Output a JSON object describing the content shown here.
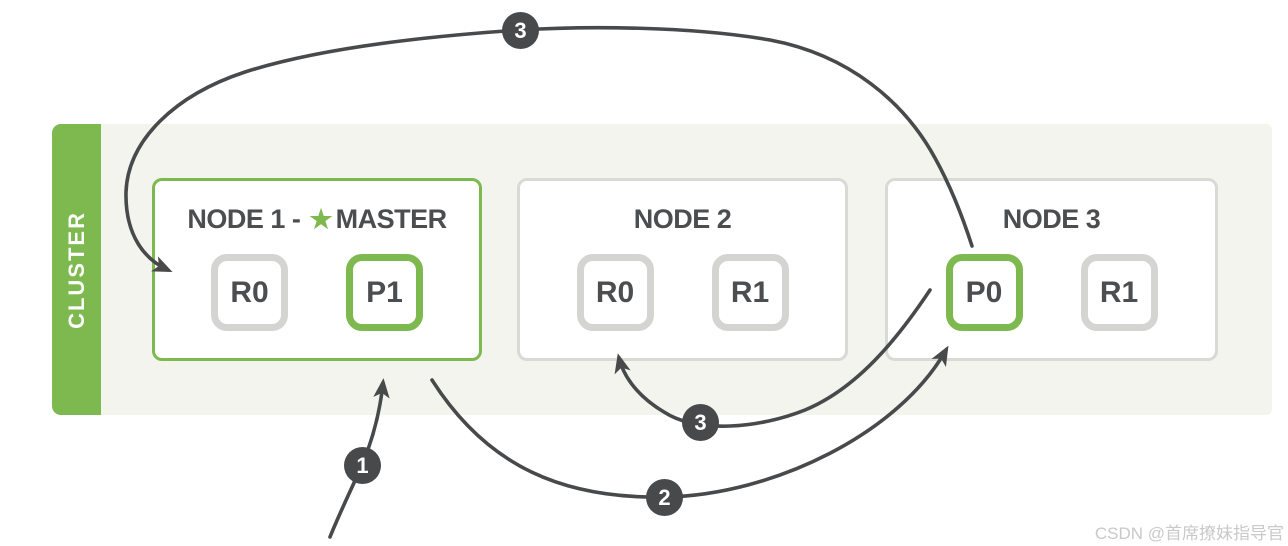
{
  "colors": {
    "green": "#7db94f",
    "dark": "#48494b",
    "band": "#f2f4ed",
    "border": "#d9d9d6",
    "shard": "#d4d4d2",
    "text": "#4c4d4f",
    "mark": "#c9c9c9"
  },
  "cluster": {
    "label": "CLUSTER",
    "nodes": [
      {
        "title_prefix": "NODE 1 -",
        "master_label": "MASTER",
        "is_master": true,
        "shards": [
          {
            "label": "R0",
            "role": "replica"
          },
          {
            "label": "P1",
            "role": "primary"
          }
        ]
      },
      {
        "title": "NODE 2",
        "shards": [
          {
            "label": "R0",
            "role": "replica"
          },
          {
            "label": "R1",
            "role": "replica"
          }
        ]
      },
      {
        "title": "NODE 3",
        "shards": [
          {
            "label": "P0",
            "role": "primary"
          },
          {
            "label": "R1",
            "role": "replica"
          }
        ]
      }
    ]
  },
  "annotations": {
    "badges": [
      {
        "label": "3"
      },
      {
        "label": "1"
      },
      {
        "label": "2"
      },
      {
        "label": "3"
      }
    ]
  },
  "watermark": "CSDN @首席撩妹指导官"
}
